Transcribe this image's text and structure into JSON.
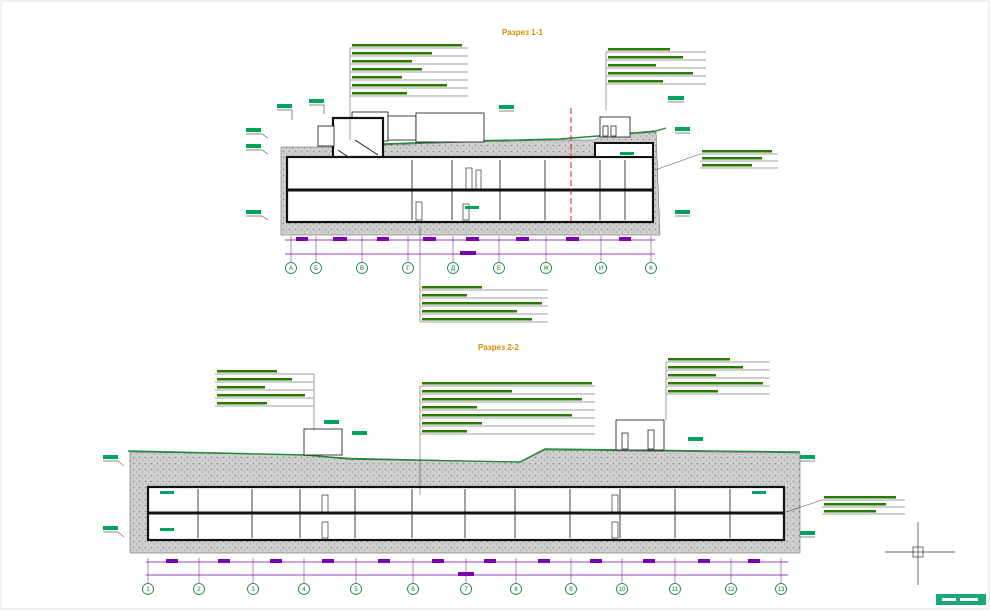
{
  "section_1": {
    "title": "Разрез 1-1",
    "axes": [
      "А",
      "Б",
      "В",
      "Г",
      "Д",
      "Е",
      "Ж",
      "И",
      "К"
    ]
  },
  "section_2": {
    "title": "Разрез 2-2",
    "axes": [
      "1",
      "2",
      "3",
      "4",
      "5",
      "6",
      "7",
      "8",
      "9",
      "10",
      "11",
      "12",
      "13"
    ]
  },
  "colors": {
    "structure": "#111111",
    "soil": "#c8c8c8",
    "grass": "#1f8a3a",
    "level_mark": "#00a35a",
    "dimension": "#7a00b0",
    "leader": "#222222",
    "title": "#d98a00",
    "section_line": "#e00000"
  }
}
